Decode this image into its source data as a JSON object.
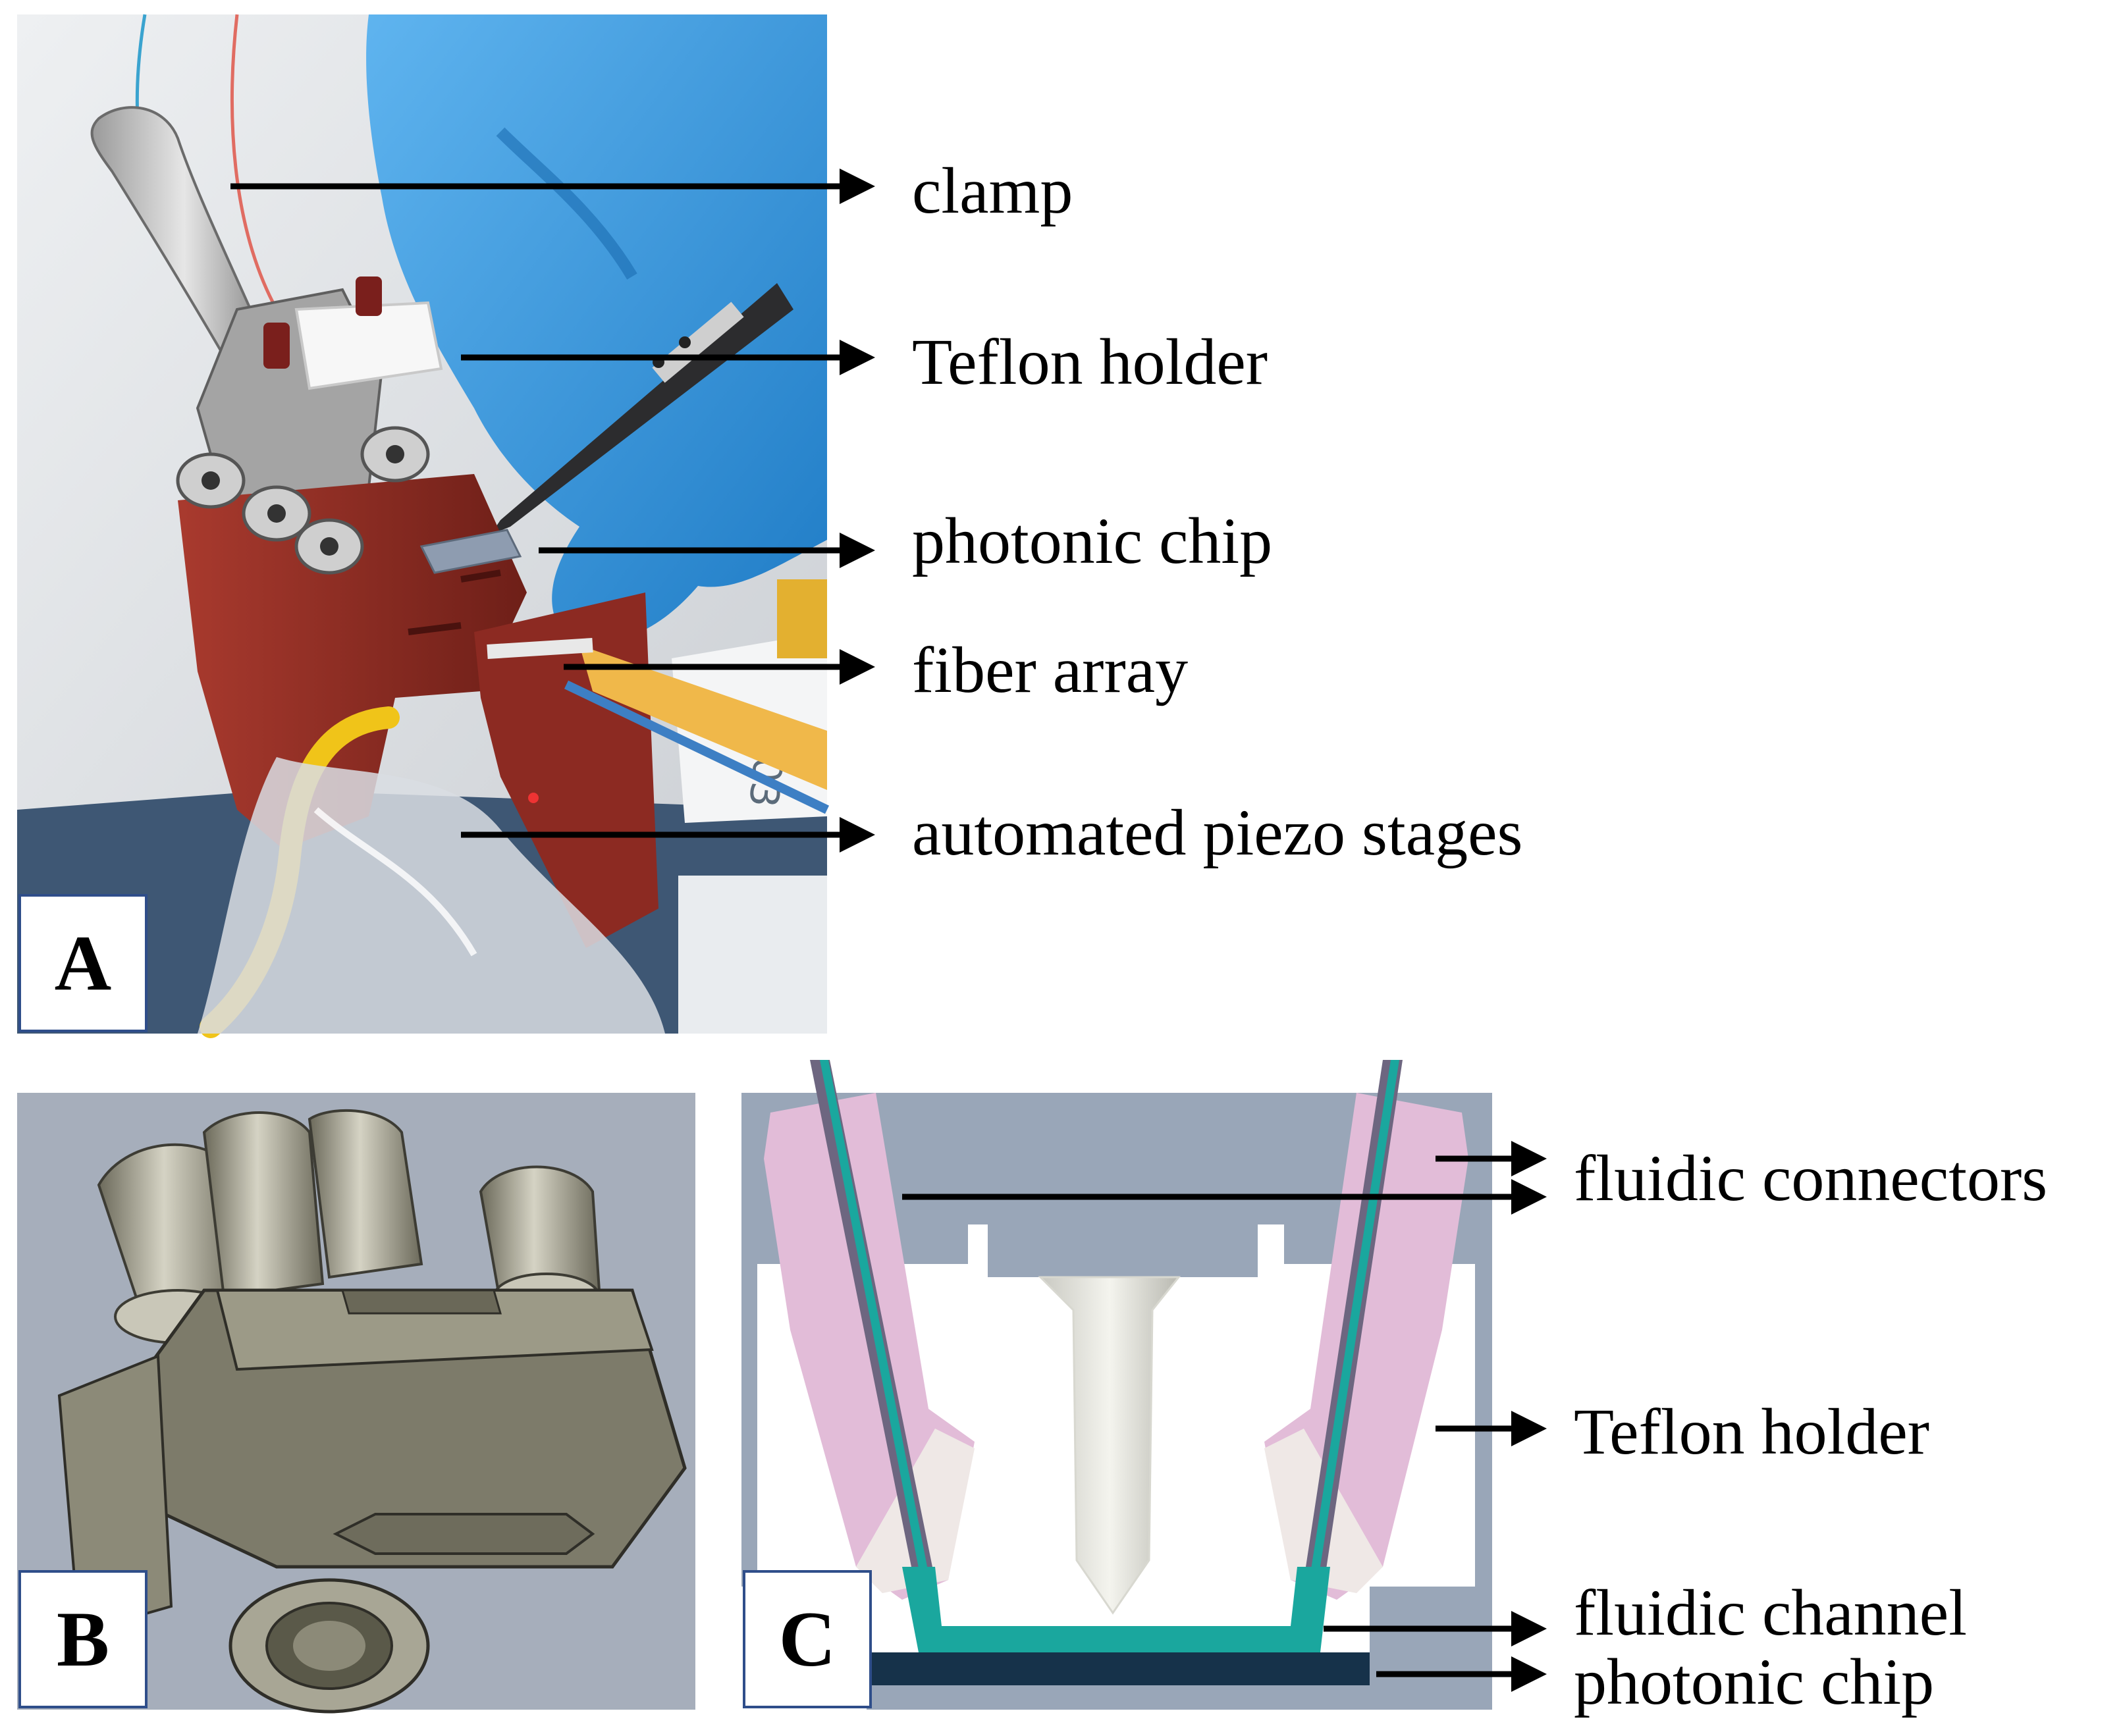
{
  "panels": {
    "a": {
      "letter": "A",
      "labels": {
        "clamp": "clamp",
        "teflon_holder": "Teflon holder",
        "photonic_chip": "photonic chip",
        "fiber_array": "fiber array",
        "piezo_stages": "automated piezo stages"
      },
      "tag_text": "003"
    },
    "b": {
      "letter": "B"
    },
    "c": {
      "letter": "C",
      "labels": {
        "fluidic_connectors": "fluidic connectors",
        "teflon_holder": "Teflon holder",
        "fluidic_channel": "fluidic channel",
        "photonic_chip": "photonic chip"
      }
    }
  },
  "colors": {
    "glove": "#2a8fd6",
    "mount_red": "#8b2a22",
    "cad_background": "#a6aebb",
    "cad_metal": "#7d7b6a",
    "connector_pink": "#e2bcd8",
    "channel_teal": "#1aa79e",
    "chip_navy": "#16324a",
    "holder_gray": "#99a6b8",
    "panel_border": "#2f4e8a"
  }
}
